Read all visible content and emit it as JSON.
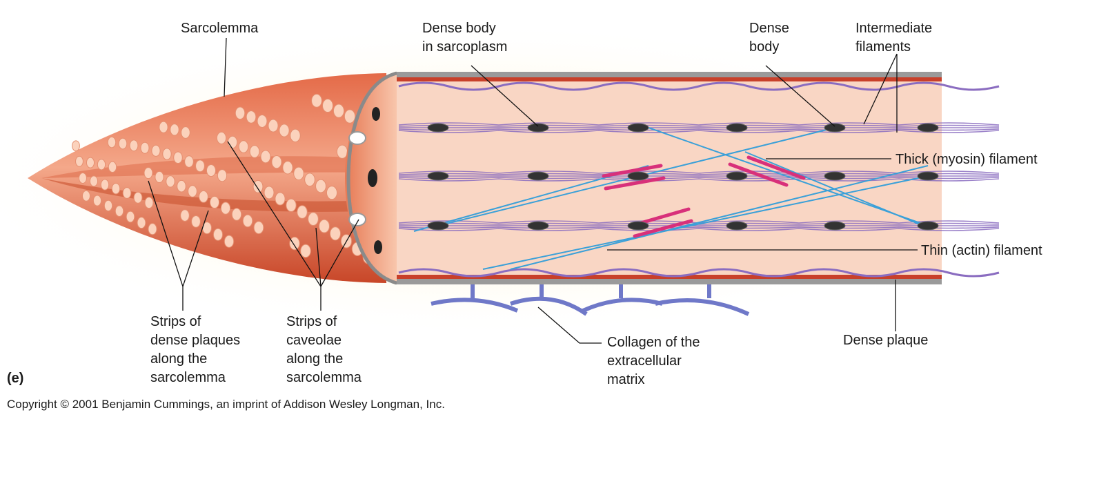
{
  "labels": {
    "sarcolemma": "Sarcolemma",
    "dense_body_sarcoplasm": [
      "Dense body",
      "in sarcoplasm"
    ],
    "dense_body": [
      "Dense",
      "body"
    ],
    "intermediate_filaments": [
      "Intermediate",
      "filaments"
    ],
    "thick_filament": "Thick (myosin) filament",
    "thin_filament": "Thin (actin) filament",
    "dense_plaque": "Dense plaque",
    "collagen": [
      "Collagen of the",
      "extracellular",
      "matrix"
    ],
    "strips_dense_plaques": [
      "Strips of",
      "dense plaques",
      "along the",
      "sarcolemma"
    ],
    "strips_caveolae": [
      "Strips of",
      "caveolae",
      "along the",
      "sarcolemma"
    ]
  },
  "panel_letter": "(e)",
  "copyright": "Copyright © 2001 Benjamin Cummings, an imprint of Addison Wesley Longman, Inc.",
  "colors": {
    "cell_body": "#d9583a",
    "cytoplasm": "#f9d6c4",
    "intermediate_filament": "#8a6cc0",
    "thick_filament": "#d8307a",
    "thin_filament": "#3aa0d8",
    "membrane": "#8a8a8a",
    "dense_body": "#333333",
    "glow": "#fbe9a0"
  }
}
